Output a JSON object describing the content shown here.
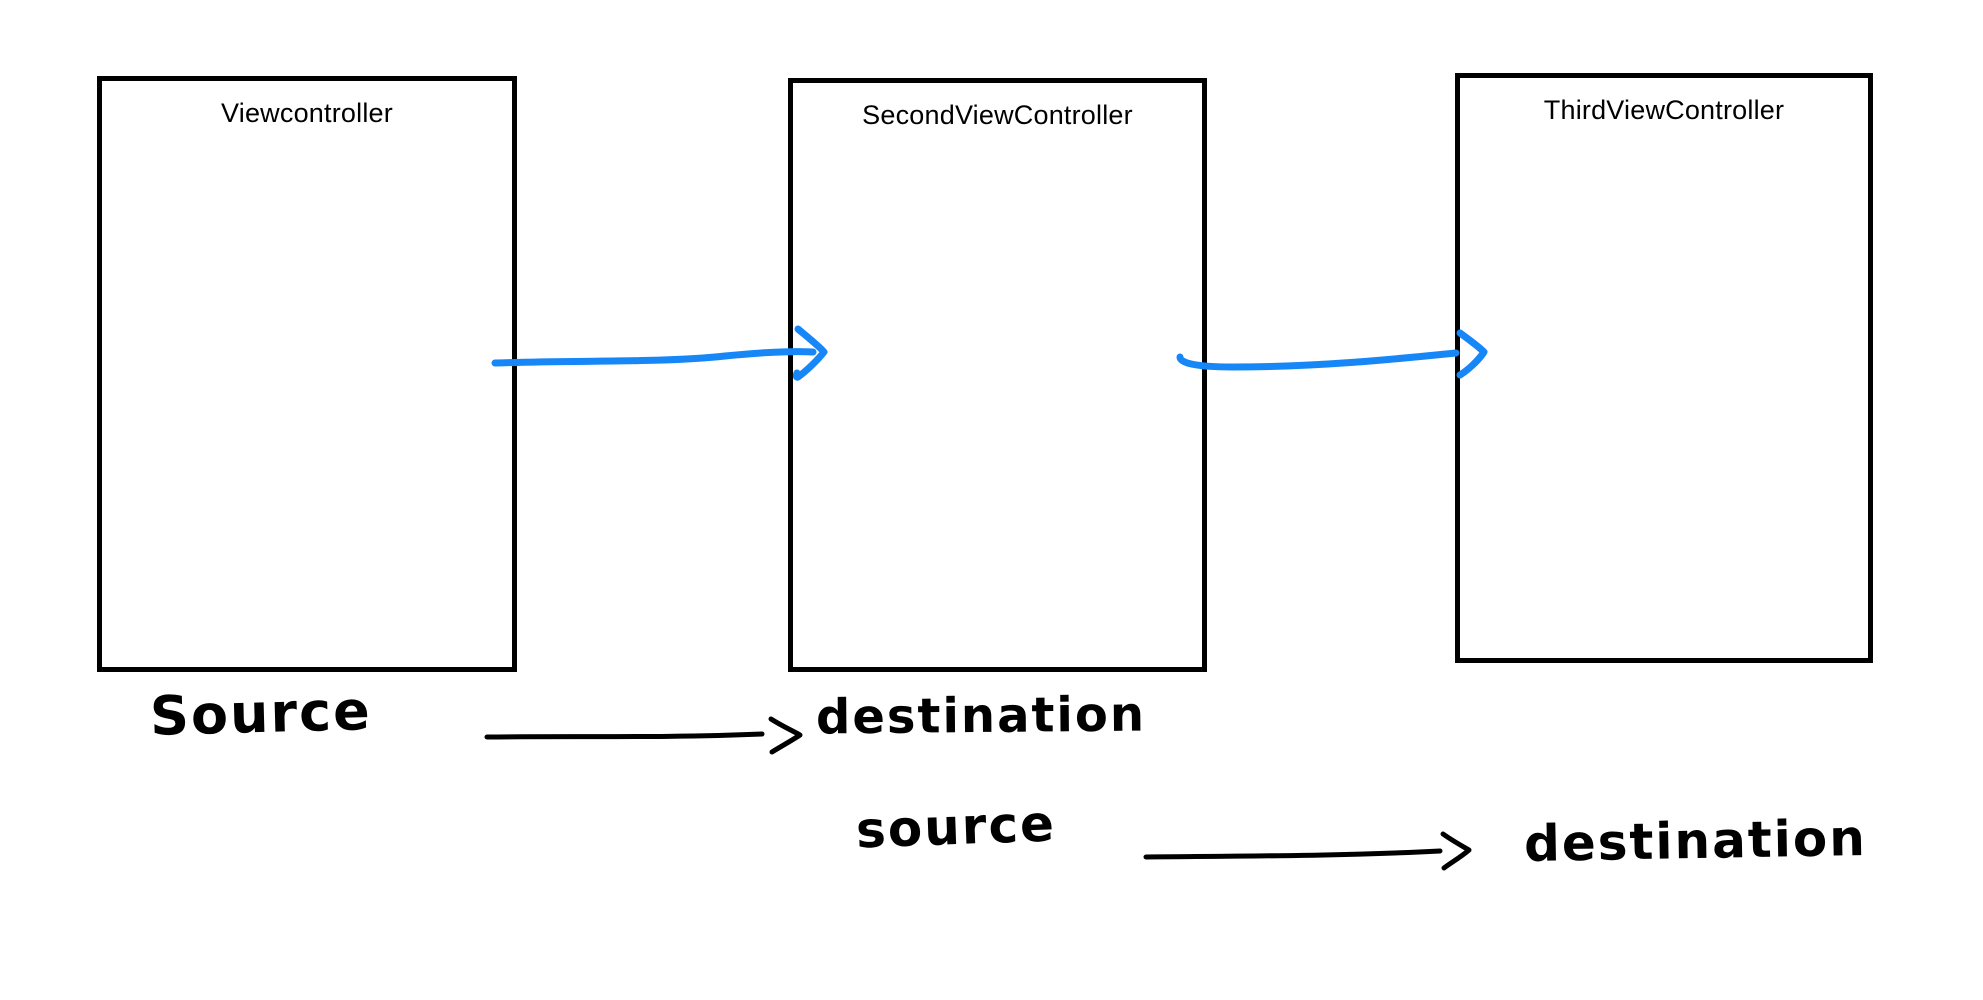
{
  "boxes": [
    {
      "label": "Viewcontroller"
    },
    {
      "label": "SecondViewController"
    },
    {
      "label": "ThirdViewController"
    }
  ],
  "annotations": {
    "row1_source": "Source",
    "row1_destination": "destination",
    "row2_source": "source",
    "row2_destination": "destination"
  },
  "colors": {
    "segue_arrow_blue": "#1787f8",
    "ink_black": "#000000"
  }
}
